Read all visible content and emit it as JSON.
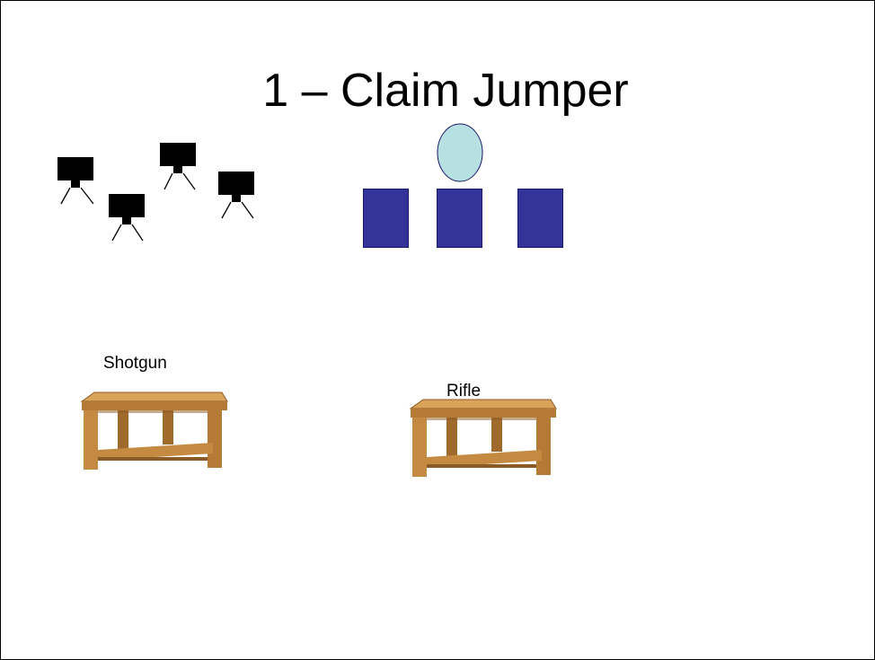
{
  "slide": {
    "title": "1 – Claim Jumper"
  },
  "tables": [
    {
      "label": "Shotgun"
    },
    {
      "label": "Rifle"
    }
  ],
  "colors": {
    "target": "#000000",
    "oval_fill": "#b7e0e3",
    "block_fill": "#333399",
    "wood_top": "#d9a35a",
    "wood_side": "#b47a36",
    "wood_dark": "#8c5a24"
  },
  "icons": {
    "target": "target-stand-icon",
    "table": "wooden-table-icon"
  }
}
